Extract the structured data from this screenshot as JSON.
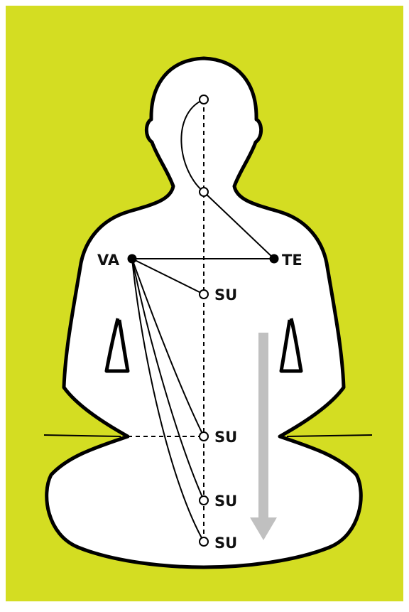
{
  "colors": {
    "background": "#d4dd22",
    "border": "#ffffff",
    "figure_fill": "#ffffff",
    "outline": "#000000",
    "arrow": "#c0c0c0"
  },
  "labels": {
    "va": "VA",
    "te": "TE",
    "su_1": "SU",
    "su_2": "SU",
    "su_3": "SU",
    "su_4": "SU"
  },
  "icons": {
    "arrow": "down-arrow-icon"
  }
}
